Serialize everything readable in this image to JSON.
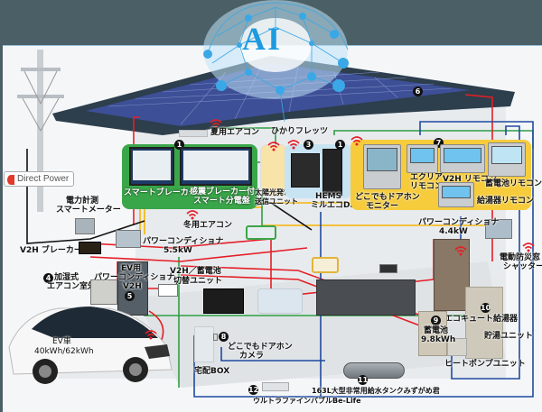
{
  "header": {
    "ai_badge": "AI",
    "colors": {
      "banner": "#4a5f66",
      "ai_blue": "#1e9be0",
      "wire_red": "#e41e26",
      "wire_green": "#2f9e44",
      "wire_blue": "#1f4aa0",
      "wire_yellow": "#f7b500",
      "panel_green": "#3aa64a",
      "panel_yellow": "#f6cc3c"
    }
  },
  "brand": {
    "name": "Direct Power"
  },
  "markers": {
    "m1a": "1",
    "m1b": "1",
    "m3": "3",
    "m4": "4",
    "m5": "5",
    "m6": "6",
    "m7": "7",
    "m8": "8",
    "m9": "9",
    "m10": "10",
    "m11": "11",
    "m12": "12"
  },
  "labels": {
    "summer_aircon": "夏用エアコン",
    "hikari_flets": "ひかりフレッツ",
    "smart_breaker": "スマートブレーカー",
    "seismic_breaker_line1": "感震ブレーカー付",
    "seismic_breaker_line2": "スマート分電盤",
    "solar_unit_line1": "太陽光発電",
    "solar_unit_line2": "送信ユニット",
    "hems_line1": "HEMS",
    "hems_line2": "ミルエコDP",
    "door_monitor_line1": "どこでもドアホン",
    "door_monitor_line2": "モニター",
    "ecria_remote_line1": "エクリア",
    "ecria_remote_line2": "リモコン",
    "v2h_remote": "V2H リモコン",
    "battery_remote": "蓄電池リモコン",
    "water_heater_remote": "給湯器リモコン",
    "power_meter_line1": "電力計測",
    "power_meter_line2": "スマートメーター",
    "winter_aircon": "冬用エアコン",
    "v2h_breaker": "V2H ブレーカー",
    "power_conditioner_55_line1": "パワーコンディショナ",
    "power_conditioner_55_line2": "5.5kW",
    "humid_aircon_line1": "加湿式",
    "humid_aircon_line2": "エアコン室外機",
    "ev_pcs_line1": "EV用",
    "ev_pcs_line2": "パワーコンディショナ",
    "ev_pcs_line3": "V2H",
    "v2h_switch_line1": "V2H／蓄電池",
    "v2h_switch_line2": "切替ユニット",
    "power_conditioner_44_line1": "パワーコンディショナ",
    "power_conditioner_44_line2": "4.4kW",
    "shutter_line1": "電動防災窓",
    "shutter_line2": "シャッター",
    "ev_car_line1": "EV車",
    "ev_car_line2": "40kWh/62kWh",
    "door_camera_line1": "どこでもドアホン",
    "door_camera_line2": "カメラ",
    "delivery_box": "宅配BOX",
    "battery_line1": "蓄電池",
    "battery_line2": "9.8kWh",
    "ecocute": "エコキュート給湯器",
    "storage_unit": "貯湯ユニット",
    "heat_pump": "ヒートポンプユニット",
    "water_tank": "163L大型非常用給水タンクみずがめ君",
    "ultrafine_bubble": "ウルトラファインバブルBe-Life"
  }
}
